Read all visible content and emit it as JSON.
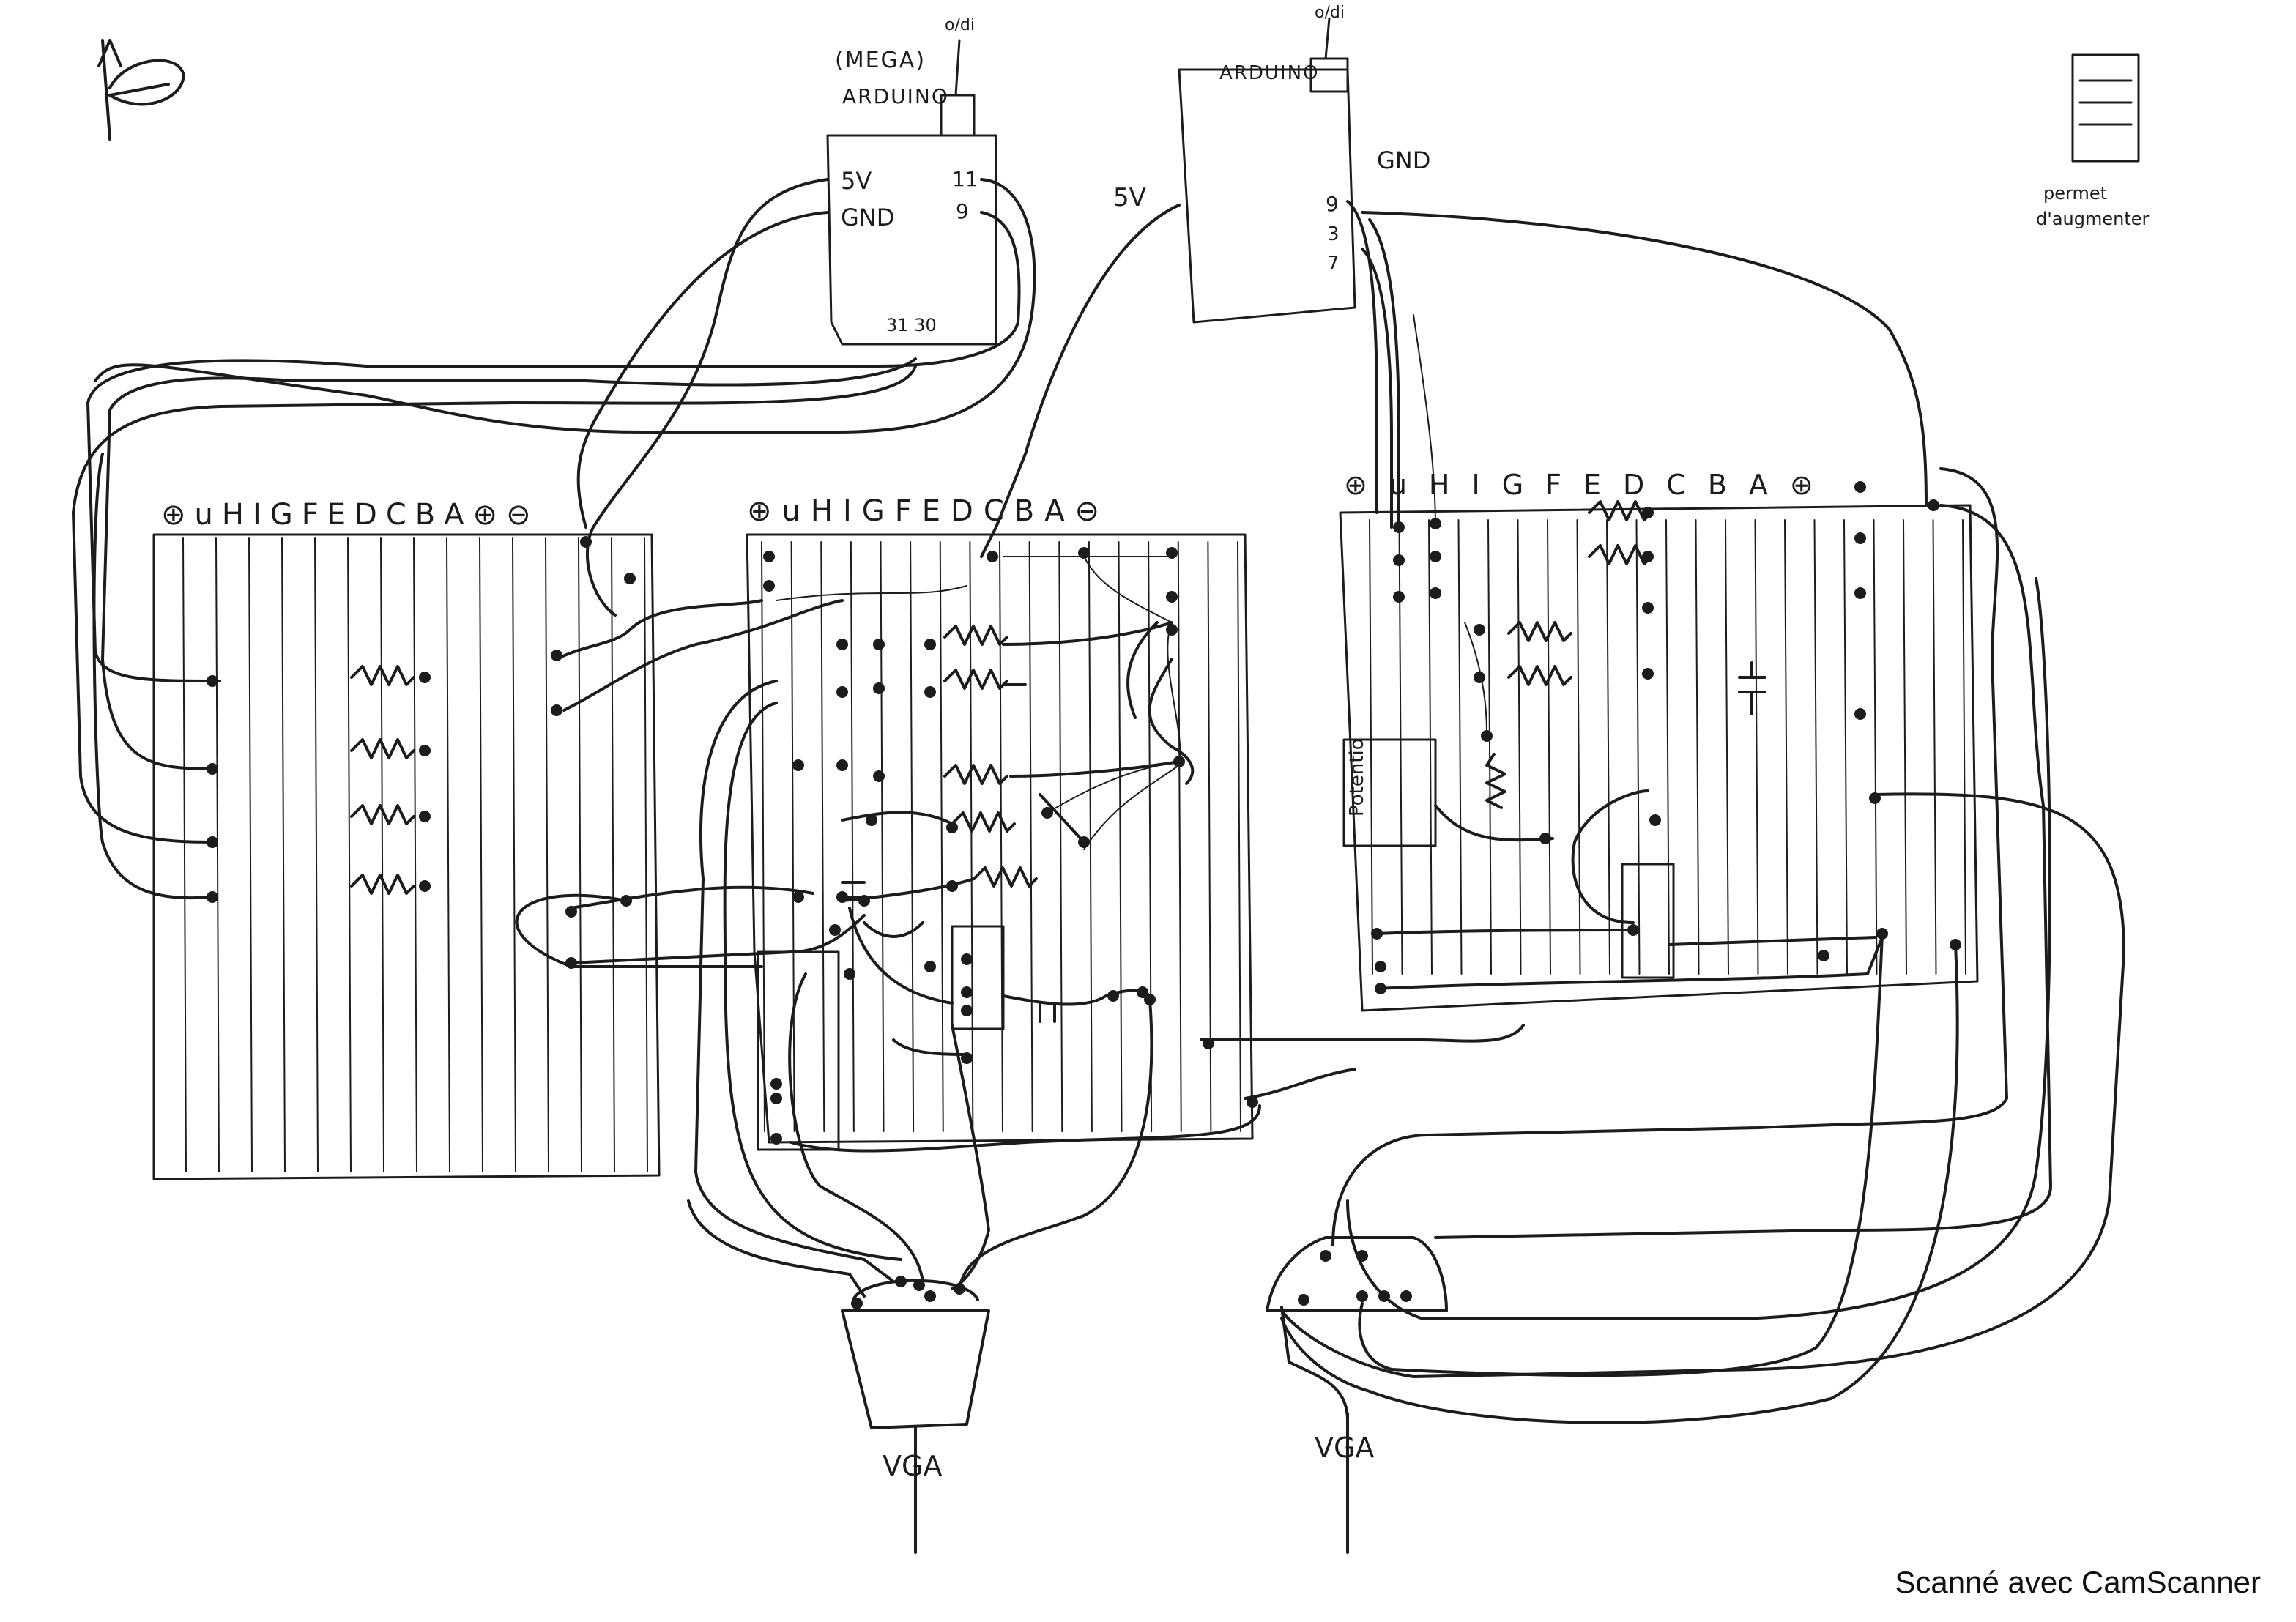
{
  "arduino_mega": {
    "header": "(MEGA)",
    "name": "ARDUINO",
    "usb": "o/di",
    "pin_5v": "5V",
    "pin_gnd": "GND",
    "pin_11": "11",
    "pin_9": "9",
    "bottom_pins": "31 30"
  },
  "arduino_uno": {
    "name": "ARDUINO",
    "usb": "o/di",
    "pin_gnd": "GND",
    "pin_9": "9",
    "pin_3": "3",
    "pin_7": "7",
    "supply_5v": "5V"
  },
  "breadboard_rows": {
    "left": "⊕uHIGFEDCBA⊕⊖",
    "middle": "⊕uHIGFEDCBA⊖",
    "right": "⊕uHIGFEDCBA⊕"
  },
  "potentiometer_label": "Potentio",
  "side_note": {
    "line1": "permet",
    "line2": "d'augmenter"
  },
  "vga": {
    "left": "VGA",
    "right": "VGA"
  },
  "footer": "Scanné avec CamScanner",
  "colors": {
    "ink": "#1c1c1c",
    "paper": "#ffffff"
  }
}
